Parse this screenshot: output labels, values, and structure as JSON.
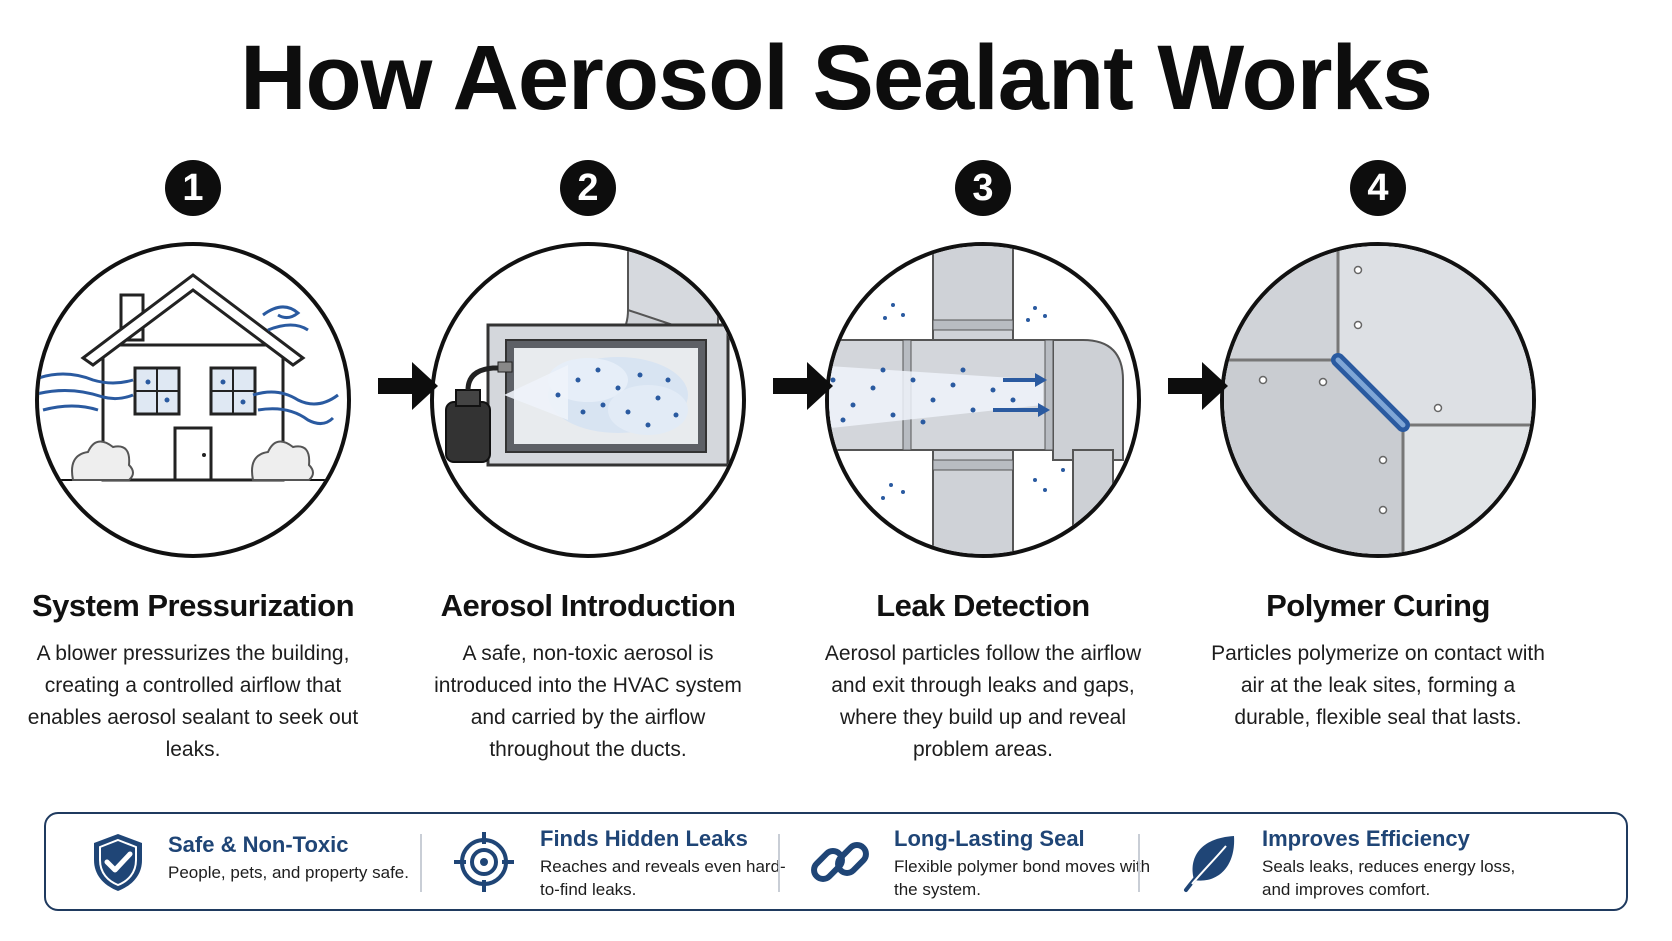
{
  "title": "How Aerosol Sealant Works",
  "steps": [
    {
      "number": "1",
      "title": "System Pressurization",
      "description": "A blower pressurizes the building, creating a controlled airflow that enables aerosol sealant to seek out leaks."
    },
    {
      "number": "2",
      "title": "Aerosol Introduction",
      "description": "A safe, non-toxic aerosol is introduced into the HVAC system and carried by the airflow throughout the ducts."
    },
    {
      "number": "3",
      "title": "Leak Detection",
      "description": "Aerosol particles follow the airflow and exit through leaks and gaps, where they build up and reveal problem areas."
    },
    {
      "number": "4",
      "title": "Polymer Curing",
      "description": "Particles polymerize on contact with air at the leak sites, forming a durable, flexible seal that lasts."
    }
  ],
  "features": [
    {
      "icon": "shield-check-icon",
      "name": "Safe & Non-Toxic",
      "description": "People, pets, and property safe."
    },
    {
      "icon": "target-icon",
      "name": "Finds Hidden Leaks",
      "description": "Reaches and reveals even hard-to-find leaks."
    },
    {
      "icon": "chain-link-icon",
      "name": "Long-Lasting Seal",
      "description": "Flexible polymer bond moves with the system."
    },
    {
      "icon": "leaf-icon",
      "name": "Improves Efficiency",
      "description": "Seals leaks, reduces energy loss, and improves comfort."
    }
  ],
  "colors": {
    "accent": "#1f4576",
    "border": "#1f3a5f",
    "text": "#111111",
    "duct": "#c9ccd1"
  }
}
